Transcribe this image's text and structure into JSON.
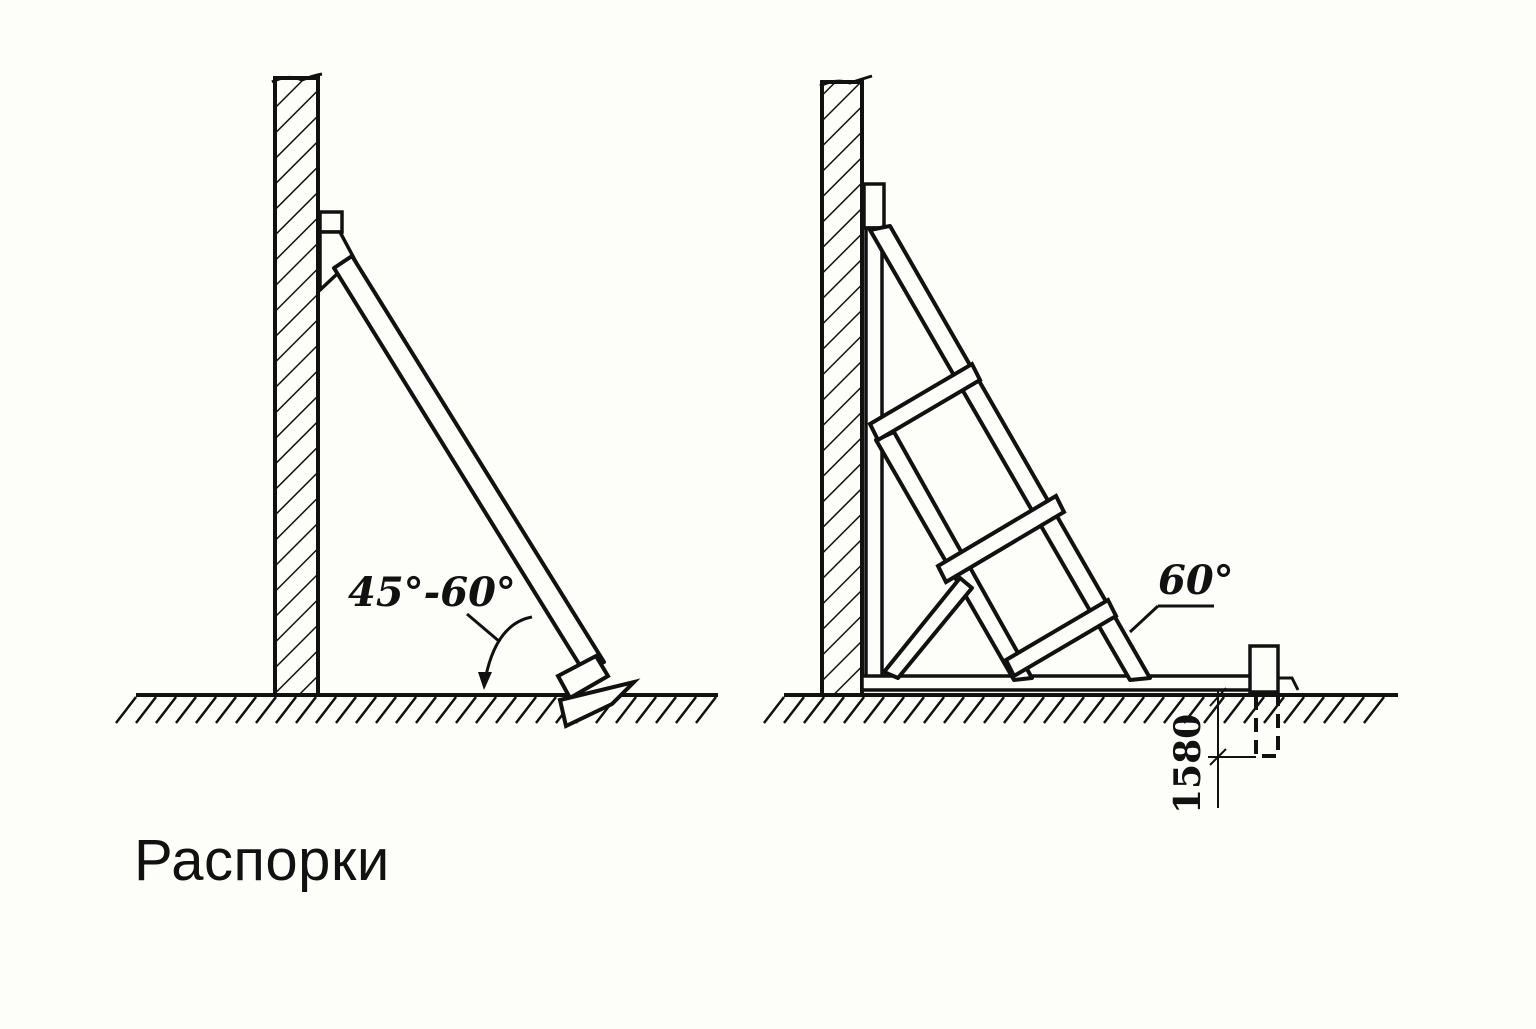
{
  "caption": "Распорки",
  "left_diagram": {
    "angle_label": "45°-60°"
  },
  "right_diagram": {
    "angle_label": "60°",
    "dimension_label": "1580"
  },
  "colors": {
    "ink": "#111111",
    "background": "#fdfdf9"
  }
}
